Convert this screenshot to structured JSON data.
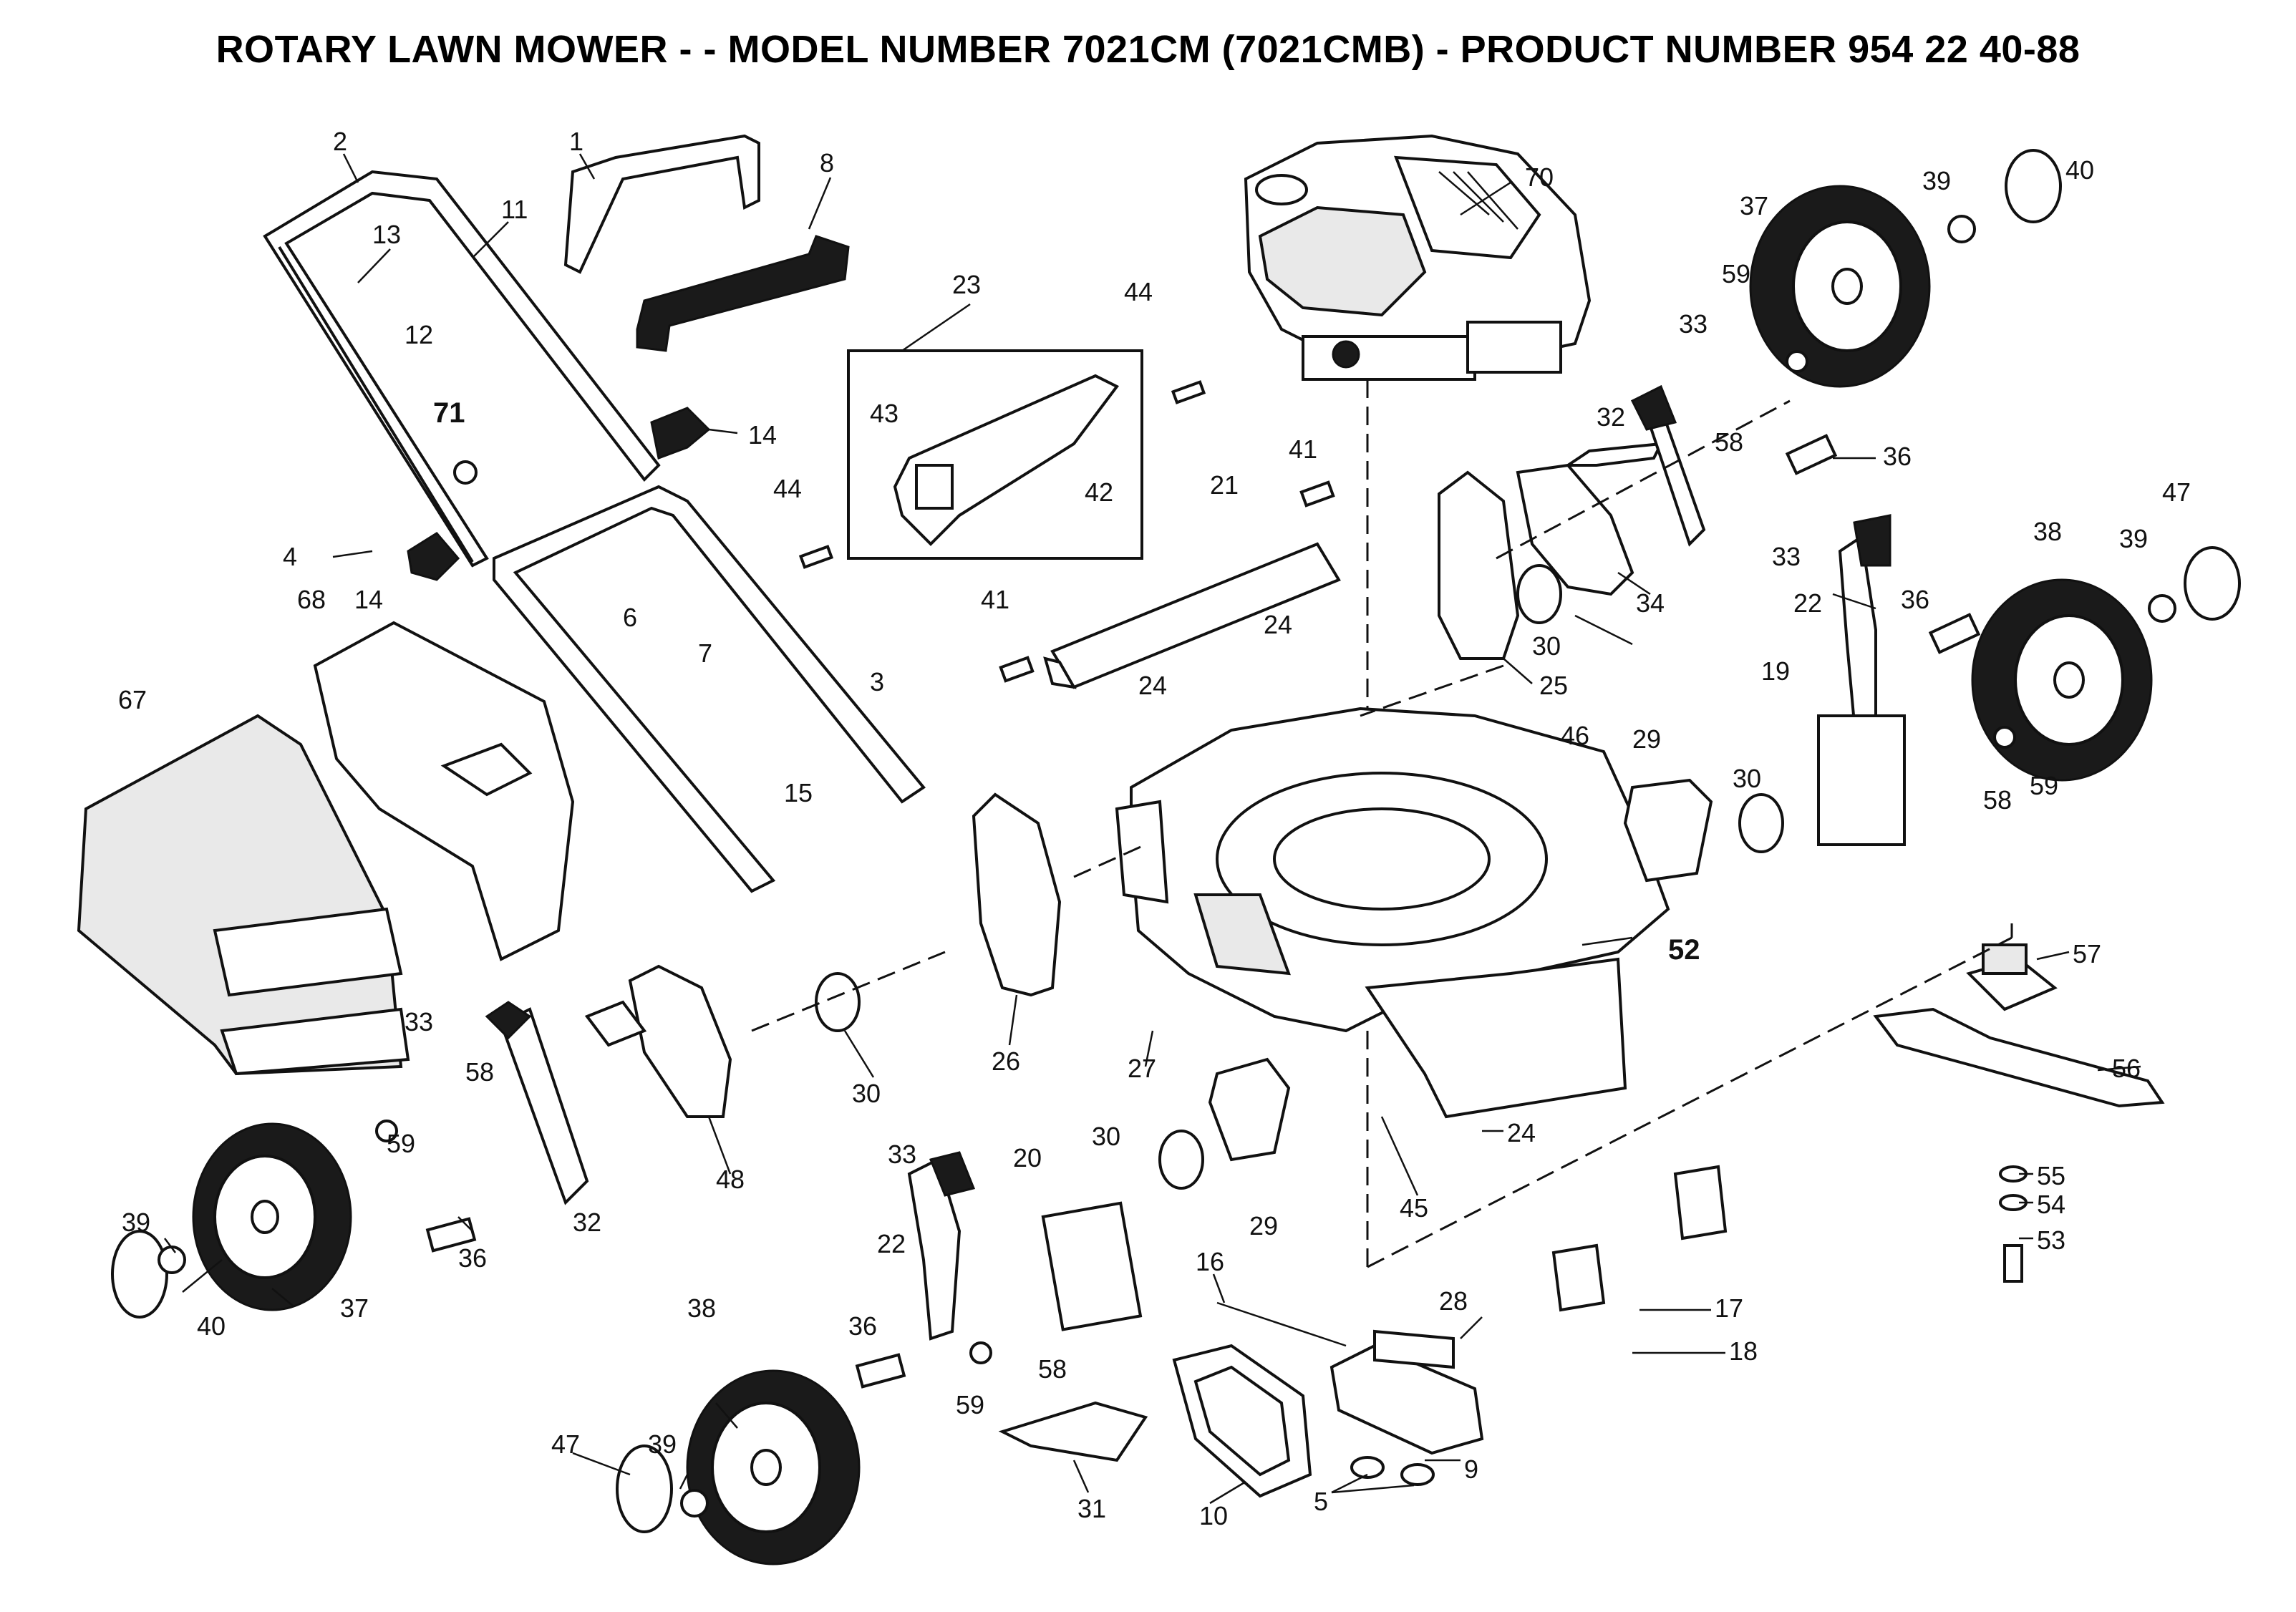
{
  "title": "ROTARY LAWN MOWER - - MODEL NUMBER 7021CM (7021CMB) - PRODUCT NUMBER 954 22 40-88",
  "colors": {
    "ink": "#111111",
    "paper": "#ffffff",
    "tire": "#1a1a1a"
  },
  "labels": {
    "l1": "1",
    "l2": "2",
    "l3": "3",
    "l4": "4",
    "l5": "5",
    "l6": "6",
    "l7": "7",
    "l8": "8",
    "l9": "9",
    "l10": "10",
    "l11": "11",
    "l12": "12",
    "l13": "13",
    "l14": "14",
    "l15": "15",
    "l16": "16",
    "l17": "17",
    "l18": "18",
    "l19": "19",
    "l20": "20",
    "l21": "21",
    "l22": "22",
    "l23": "23",
    "l24": "24",
    "l25": "25",
    "l26": "26",
    "l27": "27",
    "l28": "28",
    "l29": "29",
    "l30": "30",
    "l31": "31",
    "l32": "32",
    "l33": "33",
    "l34": "34",
    "l36": "36",
    "l37": "37",
    "l38": "38",
    "l39": "39",
    "l40": "40",
    "l41": "41",
    "l42": "42",
    "l43": "43",
    "l44": "44",
    "l45": "45",
    "l46": "46",
    "l47": "47",
    "l48": "48",
    "l52": "52",
    "l53": "53",
    "l54": "54",
    "l55": "55",
    "l56": "56",
    "l57": "57",
    "l58": "58",
    "l59": "59",
    "l67": "67",
    "l68": "68",
    "l70": "70",
    "l71": "71"
  }
}
